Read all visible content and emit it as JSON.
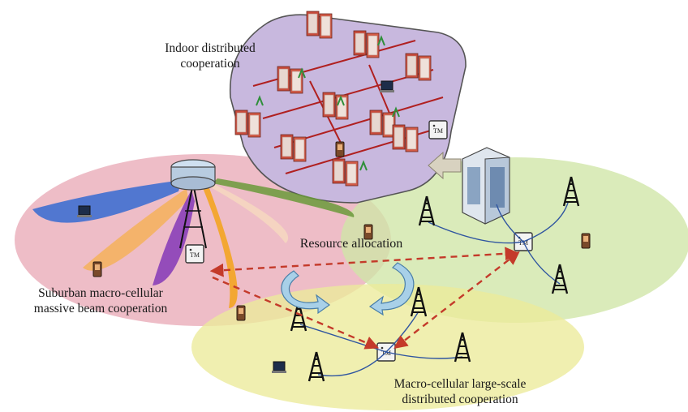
{
  "labels": {
    "indoor": [
      "Indoor distributed",
      "cooperation"
    ],
    "resource": "Resource allocation",
    "suburban": [
      "Suburban macro-cellular",
      "massive beam cooperation"
    ],
    "macro": [
      "Macro-cellular large-scale",
      "distributed cooperation"
    ]
  },
  "nodes": {
    "tm": "TM"
  },
  "colors": {
    "pink_zone": "#e8a4b2",
    "green_zone": "#cfe6a6",
    "yellow_zone": "#ecea9a",
    "indoor_floor": "#c8b8de",
    "arrow": "#c43a2a",
    "beam_blue": "#3f6fd0",
    "beam_purple": "#8a3fb8",
    "beam_orange": "#f4b25a",
    "beam_green": "#6a9a3a"
  }
}
